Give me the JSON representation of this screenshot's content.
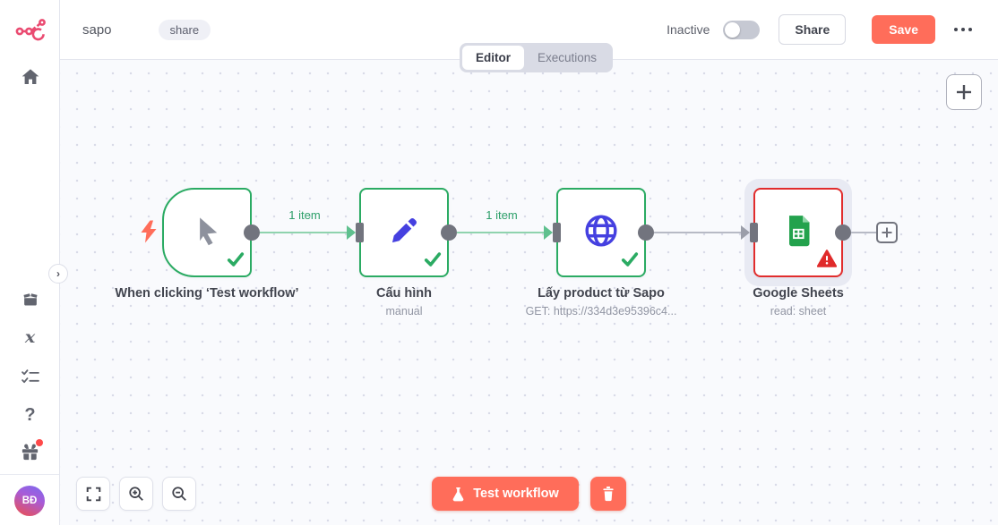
{
  "colors": {
    "accent": "#ff6d5a",
    "brand_logo": "#ea4b71",
    "success_green": "#2bab63",
    "error_red": "#e12d2d",
    "node_icon_indigo": "#4540e0",
    "connection_green": "#8fd3ae",
    "connection_gray": "#b7bac5"
  },
  "header": {
    "title": "sapo",
    "badge": "share",
    "status_label": "Inactive",
    "share_button": "Share",
    "save_button": "Save"
  },
  "tabs": {
    "editor": "Editor",
    "executions": "Executions"
  },
  "sidebar": {
    "icons": [
      "home-icon",
      "templates-box-icon",
      "variables-icon",
      "checklist-icon",
      "help-icon",
      "gift-icon"
    ],
    "has_notification_dot": true,
    "avatar_initials": "BĐ"
  },
  "canvas": {
    "nodes": [
      {
        "label": "When clicking ‘Test workflow’",
        "subtitle": "",
        "icon": "cursor-icon",
        "type": "trigger",
        "status": "success"
      },
      {
        "label": "Cấu hình",
        "subtitle": "manual",
        "icon": "pencil-icon",
        "type": "action",
        "status": "success"
      },
      {
        "label": "Lấy product từ Sapo",
        "subtitle": "GET: https://334d3e95396c4...",
        "icon": "globe-icon",
        "type": "action",
        "status": "success"
      },
      {
        "label": "Google Sheets",
        "subtitle": "read: sheet",
        "icon": "google-sheets-icon",
        "type": "action",
        "status": "error"
      }
    ],
    "connections": [
      {
        "from": 0,
        "to": 1,
        "label": "1 item",
        "state": "success"
      },
      {
        "from": 1,
        "to": 2,
        "label": "1 item",
        "state": "success"
      },
      {
        "from": 2,
        "to": 3,
        "label": "",
        "state": "default"
      }
    ]
  },
  "controls": {
    "test_workflow": "Test workflow"
  }
}
